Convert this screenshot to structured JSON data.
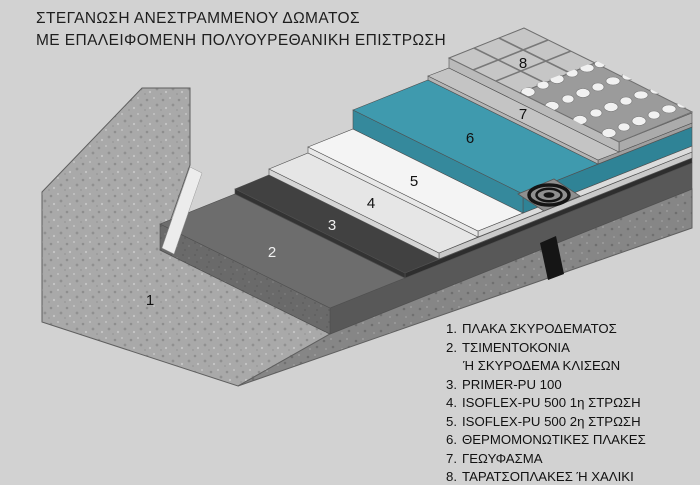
{
  "title": {
    "line1": "ΣΤΕΓΑΝΩΣΗ ΑΝΕΣΤΡΑΜΜΕΝΟΥ ΔΩΜΑΤΟΣ",
    "line2": "ΜΕ ΕΠΑΛΕΙΦΟΜΕΝΗ ΠΟΛΥΟΥΡΕΘΑΝΙΚΗ ΕΠΙΣΤΡΩΣΗ"
  },
  "diagram": {
    "labels": {
      "l1": "1",
      "l2": "2",
      "l3": "3",
      "l4": "4",
      "l5": "5",
      "l6": "6",
      "l7": "7",
      "l8": "8"
    }
  },
  "legend": {
    "items": [
      {
        "num": "1.",
        "text": "ΠΛΑΚΑ ΣΚΥΡΟΔΕΜΑΤΟΣ"
      },
      {
        "num": "2.",
        "text": "ΤΣΙΜΕΝΤΟΚΟΝΙΑ",
        "text2": "Ή ΣΚΥΡΟΔΕΜΑ ΚΛΙΣΕΩΝ"
      },
      {
        "num": "3.",
        "text": "PRIMER-PU 100"
      },
      {
        "num": "4.",
        "text": "ISOFLEX-PU 500 1η ΣΤΡΩΣΗ"
      },
      {
        "num": "5.",
        "text": "ISOFLEX-PU 500 2η ΣΤΡΩΣΗ"
      },
      {
        "num": "6.",
        "text": "ΘΕΡΜΟΜΟΝΩΤΙΚΕΣ ΠΛΑΚΕΣ"
      },
      {
        "num": "7.",
        "text": "ΓΕΩΥΦΑΣΜΑ"
      },
      {
        "num": "8.",
        "text": "ΤΑΡΑΤΣΟΠΛΑΚΕΣ Ή ΧΑΛΙΚΙ"
      }
    ]
  },
  "colors": {
    "background": "#d2d2d2",
    "concrete": "#a9a9a9",
    "concrete_dark": "#8a8a8a",
    "screed": "#6a6a6a",
    "primer": "#414141",
    "membrane": "#f2f2f2",
    "insulation_teal": "#3f9aae",
    "insulation_teal_dark": "#2f8396",
    "geotextile": "#c4c4c4",
    "paver": "#c6c6c6",
    "pebble": "#f1f1f1",
    "drain": "#141414"
  }
}
